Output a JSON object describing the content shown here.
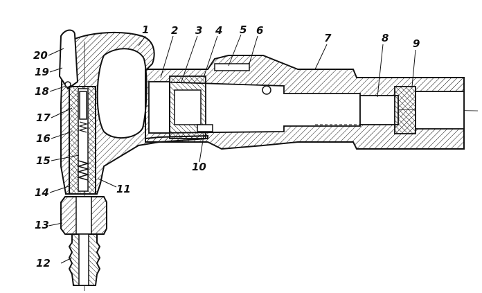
{
  "drawing": {
    "ink": "#111111",
    "paper": "#ffffff",
    "parts": [
      {
        "id": "p1",
        "label": "1"
      },
      {
        "id": "p2",
        "label": "2"
      },
      {
        "id": "p3",
        "label": "3"
      },
      {
        "id": "p4",
        "label": "4"
      },
      {
        "id": "p5",
        "label": "5"
      },
      {
        "id": "p6",
        "label": "6"
      },
      {
        "id": "p7",
        "label": "7"
      },
      {
        "id": "p8",
        "label": "8"
      },
      {
        "id": "p9",
        "label": "9"
      },
      {
        "id": "p10",
        "label": "10"
      },
      {
        "id": "p11",
        "label": "11"
      },
      {
        "id": "p12",
        "label": "12"
      },
      {
        "id": "p13",
        "label": "13"
      },
      {
        "id": "p14",
        "label": "14"
      },
      {
        "id": "p15",
        "label": "15"
      },
      {
        "id": "p16",
        "label": "16"
      },
      {
        "id": "p17",
        "label": "17"
      },
      {
        "id": "p18",
        "label": "18"
      },
      {
        "id": "p19",
        "label": "19"
      },
      {
        "id": "p20",
        "label": "20"
      }
    ]
  }
}
